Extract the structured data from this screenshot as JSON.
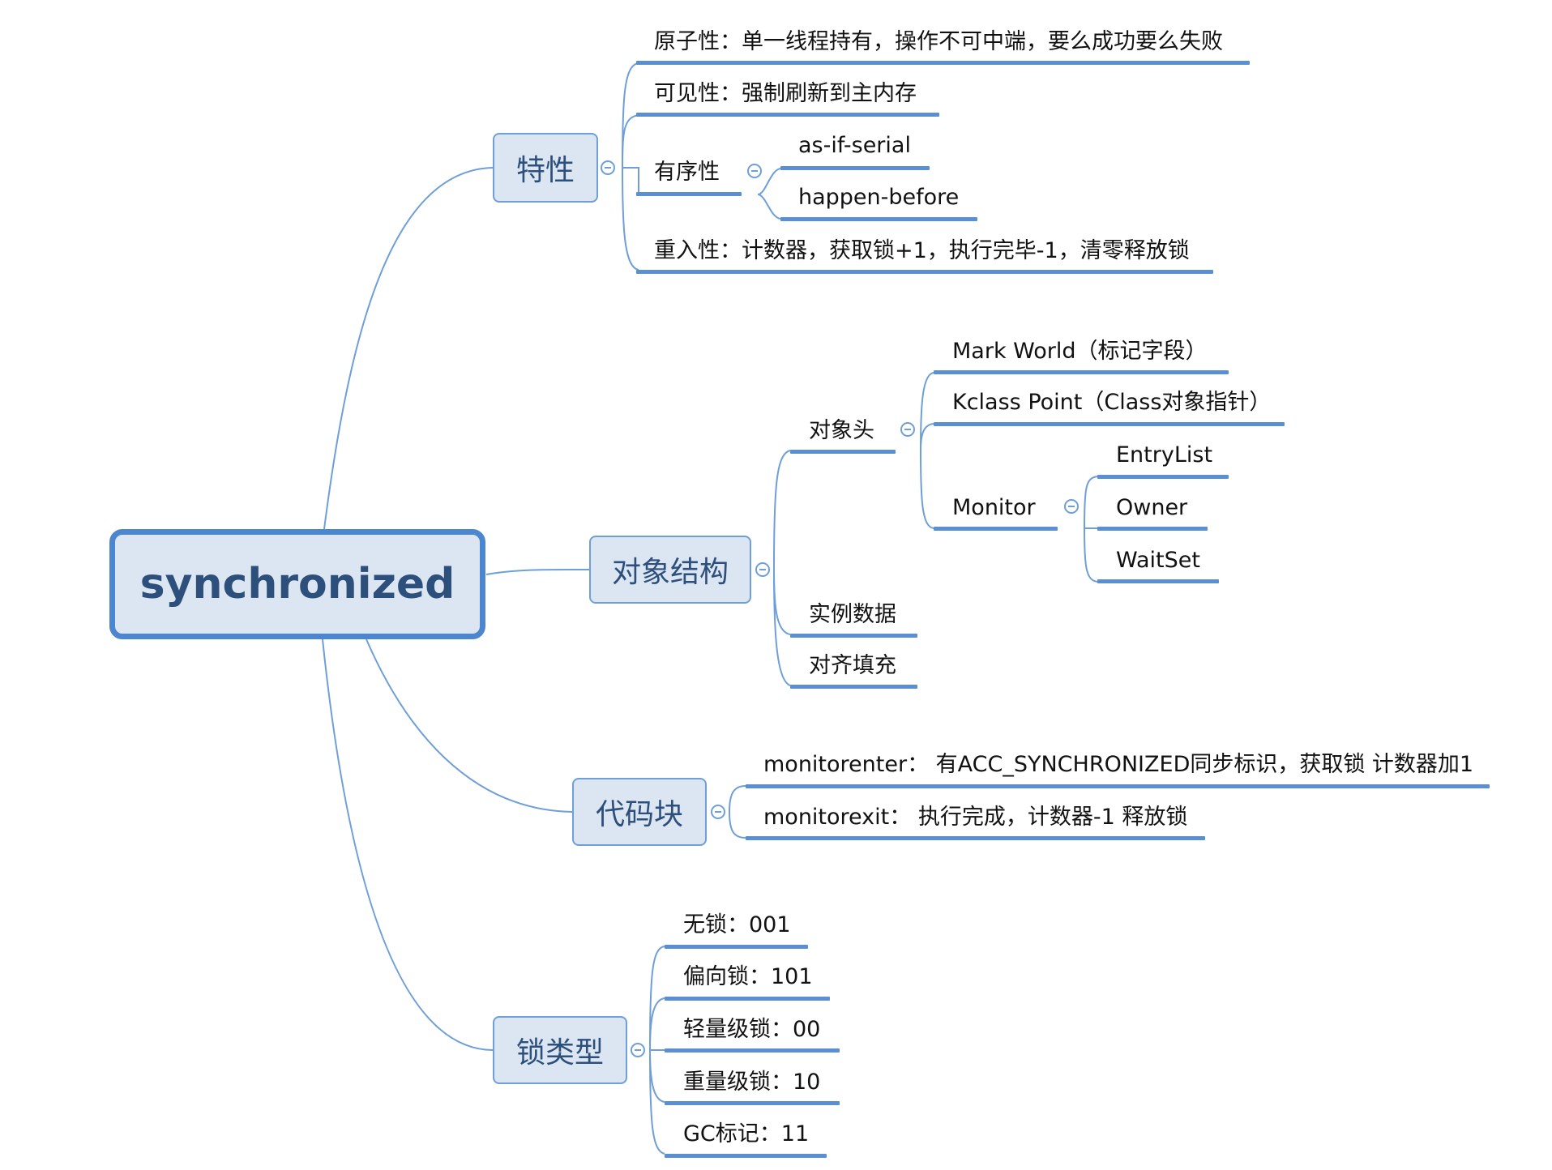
{
  "root": {
    "label": "synchronized"
  },
  "branches": {
    "traits": {
      "label": "特性",
      "items": {
        "atomicity": "原子性：单一线程持有，操作不可中端，要么成功要么失败",
        "visibility": "可见性：强制刷新到主内存",
        "ordering": "有序性",
        "reentrancy": "重入性：计数器，获取锁+1，执行完毕-1，清零释放锁"
      },
      "ordering_children": [
        "as-if-serial",
        "happen-before"
      ]
    },
    "object_structure": {
      "label": "对象结构",
      "header": {
        "label": "对象头",
        "mark_word": "Mark World（标记字段）",
        "klass_point": "Kclass Point（Class对象指针）",
        "monitor": {
          "label": "Monitor",
          "children": [
            "EntryList",
            "Owner",
            "WaitSet"
          ]
        }
      },
      "instance_data": "实例数据",
      "padding": "对齐填充"
    },
    "code_block": {
      "label": "代码块",
      "monitorenter": "monitorenter： 有ACC_SYNCHRONIZED同步标识，获取锁 计数器加1",
      "monitorexit": "monitorexit： 执行完成，计数器-1 释放锁"
    },
    "lock_types": {
      "label": "锁类型",
      "items": [
        "无锁：001",
        "偏向锁：101",
        "轻量级锁：00",
        "重量级锁：10",
        "GC标记：11"
      ]
    }
  },
  "colors": {
    "line": "#5b8fd3",
    "box_fill": "#dce6f2",
    "box_border": "#6f9fd8",
    "root_border": "#4b86cf",
    "topic_text": "#2d4f7c"
  }
}
